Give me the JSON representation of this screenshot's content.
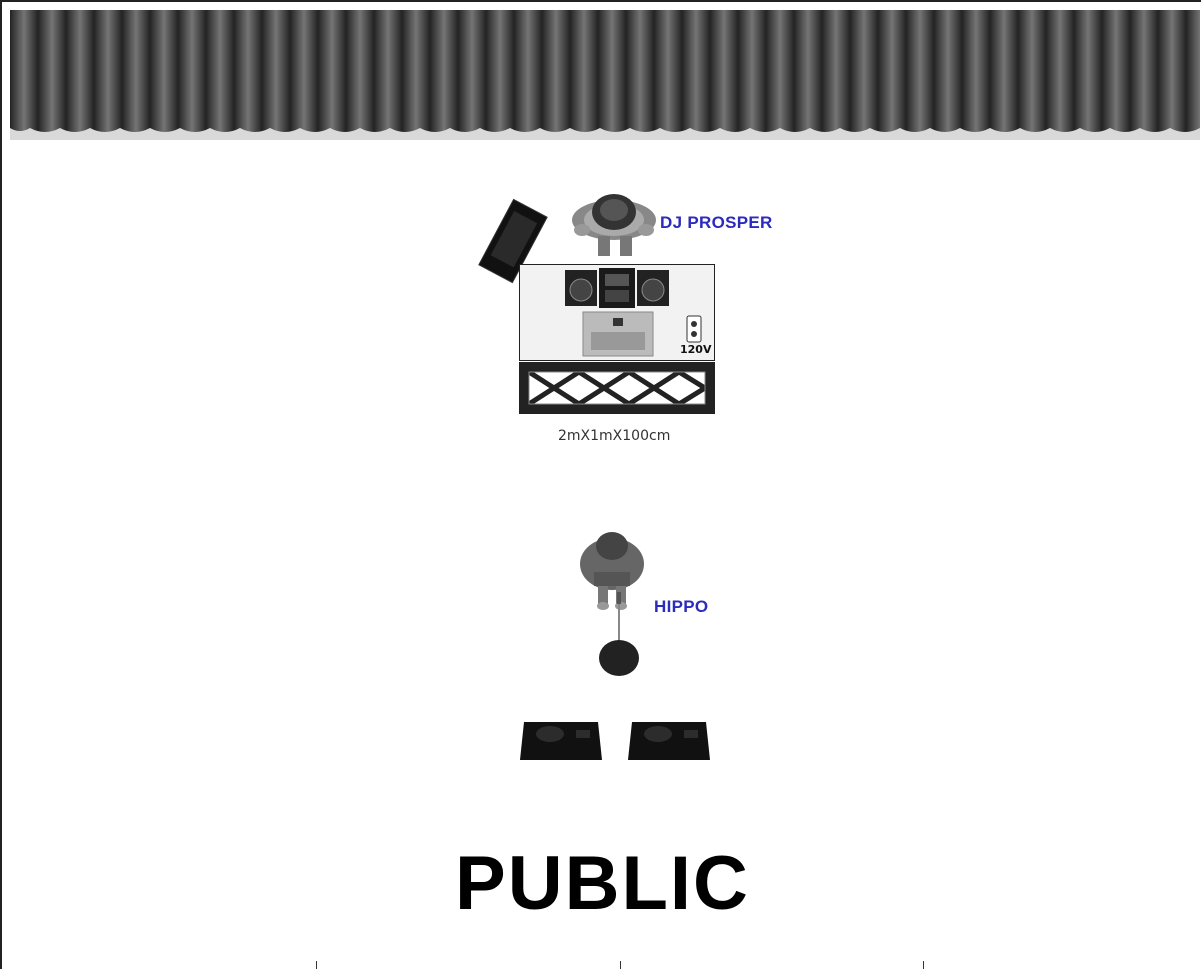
{
  "performers": {
    "dj_label": "DJ PROSPER",
    "vocalist_label": "HIPPO"
  },
  "booth": {
    "dimensions": "2mX1mX100cm",
    "power_label": "120V"
  },
  "audience": {
    "label": "PUBLIC"
  },
  "colors": {
    "performer_label": "#2b2bbd",
    "curtain": "#555555",
    "equipment": "#111111"
  },
  "icons": [
    "curtain-icon",
    "dj-person-icon",
    "monitor-speaker-icon",
    "dj-booth-icon",
    "cdj-player-icon",
    "mixer-icon",
    "laptop-icon",
    "power-outlet-icon",
    "vocalist-person-icon",
    "mic-stand-icon",
    "wedge-monitor-icon"
  ]
}
